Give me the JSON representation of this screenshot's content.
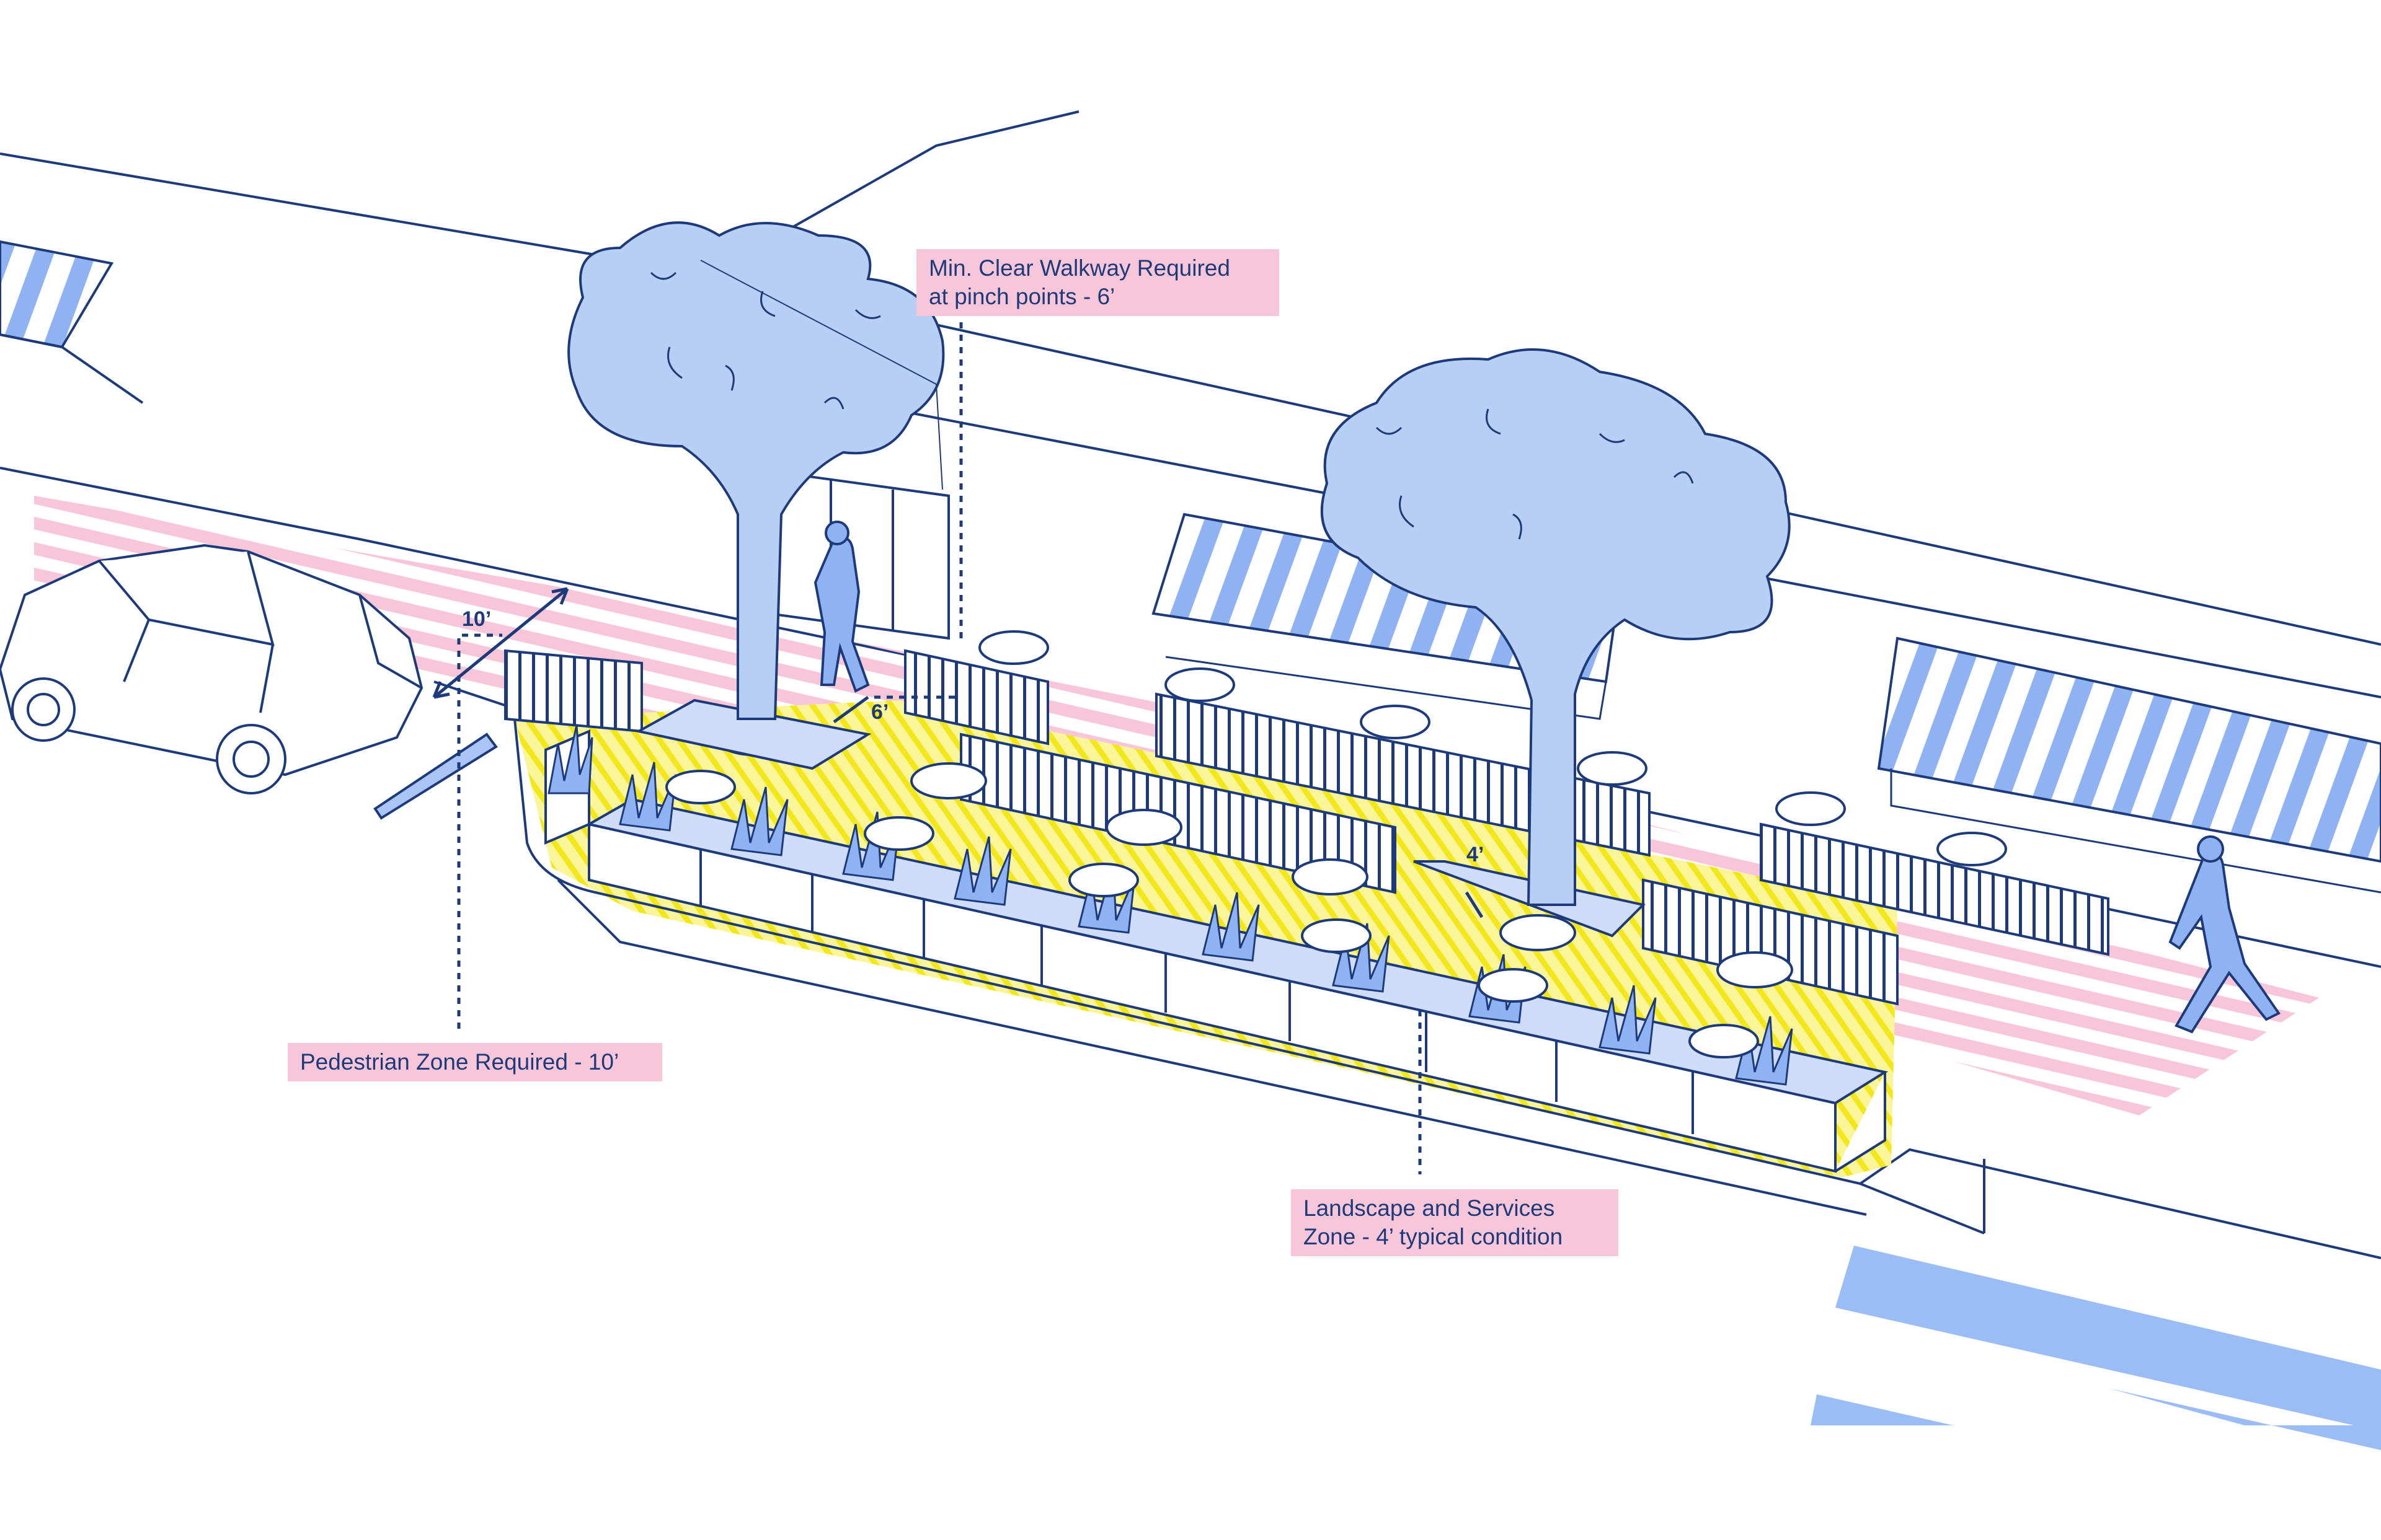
{
  "annotations": {
    "walkway": {
      "line1": "Min. Clear Walkway Required",
      "line2": "at pinch points - 6’"
    },
    "pedestrian": {
      "text": "Pedestrian Zone Required - 10’"
    },
    "landscape": {
      "line1": "Landscape and Services",
      "line2": "Zone - 4’ typical condition"
    }
  },
  "dimensions": {
    "pedestrian": "10’",
    "walkway": "6’",
    "landscape": "4’"
  },
  "colors": {
    "line": "#1d3a7a",
    "blue_fill": "#a9c4f5",
    "pink": "#f7c6d9",
    "yellow": "#f7ef2a"
  }
}
